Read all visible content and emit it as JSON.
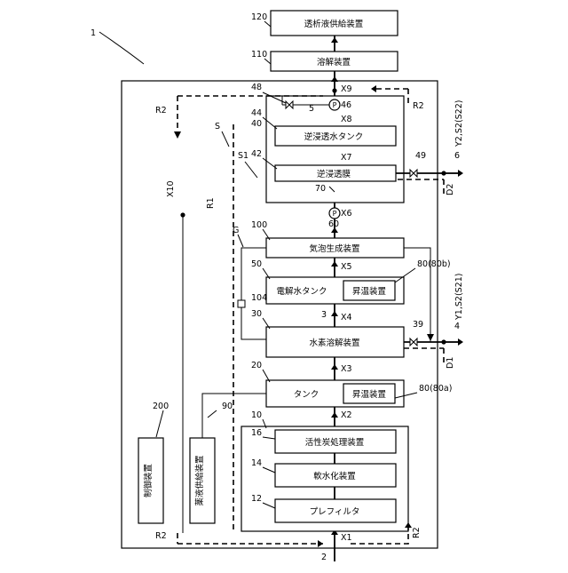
{
  "figure_number": "1",
  "boxes": {
    "dialysate_supply": {
      "num": "120",
      "text": "透析液供給装置"
    },
    "dissolution": {
      "num": "110",
      "text": "溶解装置"
    },
    "ro_water_tank": {
      "num": "44",
      "text": "逆浸透水タンク"
    },
    "ro_membrane": {
      "num": "42",
      "text": "逆浸透膜"
    },
    "ro_unit": {
      "num": "40"
    },
    "bubble_gen": {
      "num": "100",
      "text": "気泡生成装置"
    },
    "electrolytic_tank": {
      "num": "50",
      "text": "電解水タンク"
    },
    "heater_b": {
      "num": "80(80b)",
      "text": "昇温装置"
    },
    "hydrogen_dissolve": {
      "num": "30",
      "text": "水素溶解装置"
    },
    "tank": {
      "num": "20",
      "text": "タンク"
    },
    "heater_a": {
      "num": "80(80a)",
      "text": "昇温装置"
    },
    "pretreatment": {
      "num": "10"
    },
    "activated_carbon": {
      "num": "16",
      "text": "活性炭処理装置"
    },
    "softener": {
      "num": "14",
      "text": "軟水化装置"
    },
    "prefilter": {
      "num": "12",
      "text": "プレフィルタ"
    },
    "chemical_supply": {
      "num": "90",
      "text": "薬液供給装置"
    },
    "controller": {
      "num": "200",
      "text": "制御装置"
    }
  },
  "labels": {
    "p48": "48",
    "p5": "5",
    "p46": "46",
    "pX9": "X9",
    "pX8": "X8",
    "pX7": "X7",
    "pX6": "X6",
    "p60": "60",
    "p70": "70",
    "pX5": "X5",
    "pX4": "X4",
    "p3": "3",
    "p104": "104",
    "pX3": "X3",
    "pX2": "X2",
    "pX1": "X1",
    "p2": "2",
    "pX10": "X10",
    "pS": "S",
    "pS1": "S1",
    "pR1": "R1",
    "pR2a": "R2",
    "pR2b": "R2",
    "pR2c": "R2",
    "pR2d": "R2",
    "pG": "G",
    "p49": "49",
    "p6": "6",
    "p39": "39",
    "p4": "4",
    "pY2": "Y2,S2(S22)",
    "pY1": "Y1,S2(S21)",
    "pD2": "D2",
    "pD1": "D1",
    "pump": "P"
  }
}
